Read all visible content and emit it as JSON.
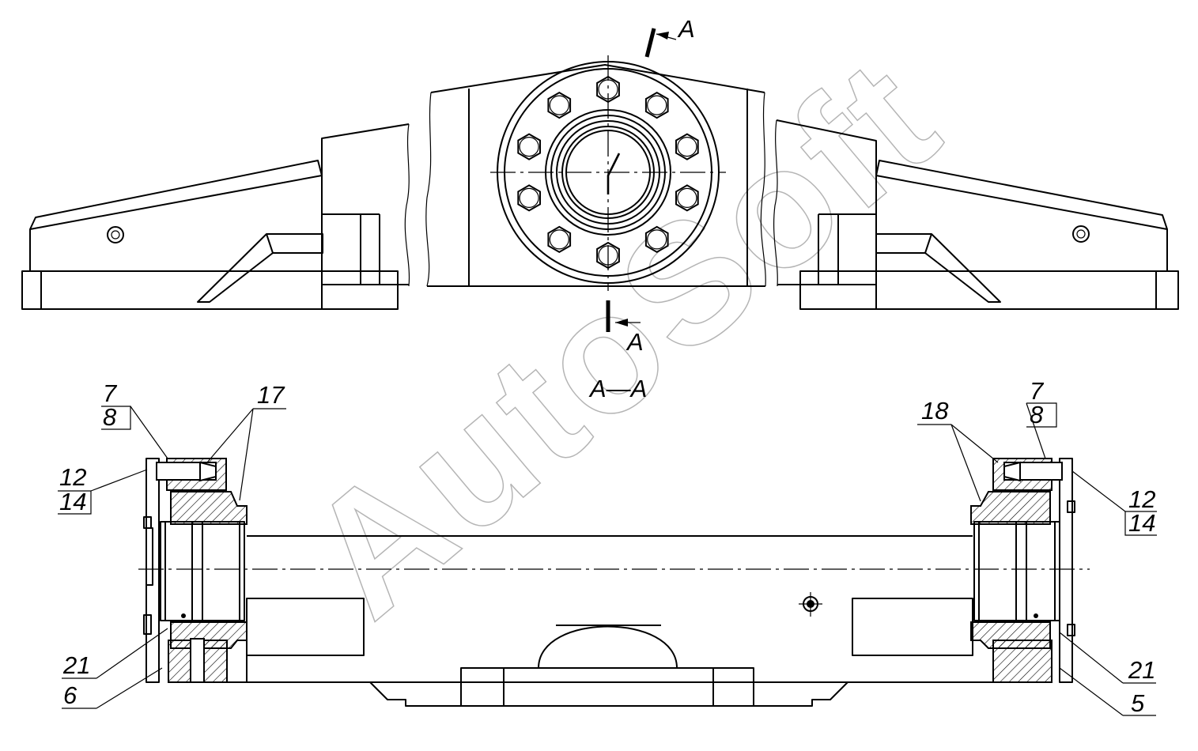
{
  "section_marker": "A",
  "section_title": "A—A",
  "watermark": "AutoSoft",
  "callouts": {
    "top_left_num": "7",
    "top_left_den": "8",
    "mid_left_num": "12",
    "mid_left_den": "14",
    "left_17": "17",
    "left_21": "21",
    "left_6": "6",
    "top_right_num": "7",
    "top_right_den": "8",
    "right_18": "18",
    "mid_right_num": "12",
    "mid_right_den": "14",
    "right_21": "21",
    "right_5": "5"
  }
}
